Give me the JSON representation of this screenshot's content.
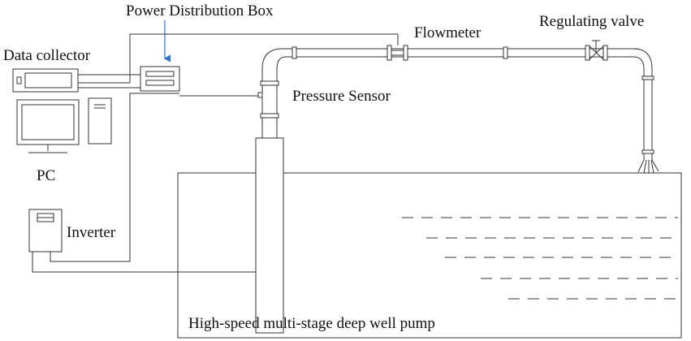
{
  "labels": {
    "power_box": "Power Distribution Box",
    "flowmeter": "Flowmeter",
    "regulating_valve": "Regulating valve",
    "data_collector": "Data collector",
    "pressure_sensor": "Pressure Sensor",
    "pc": "PC",
    "inverter": "Inverter",
    "pump": "High-speed multi-stage deep well pump"
  },
  "colors": {
    "line": "#333333",
    "arrow": "#2e75c9",
    "background": "#ffffff"
  }
}
